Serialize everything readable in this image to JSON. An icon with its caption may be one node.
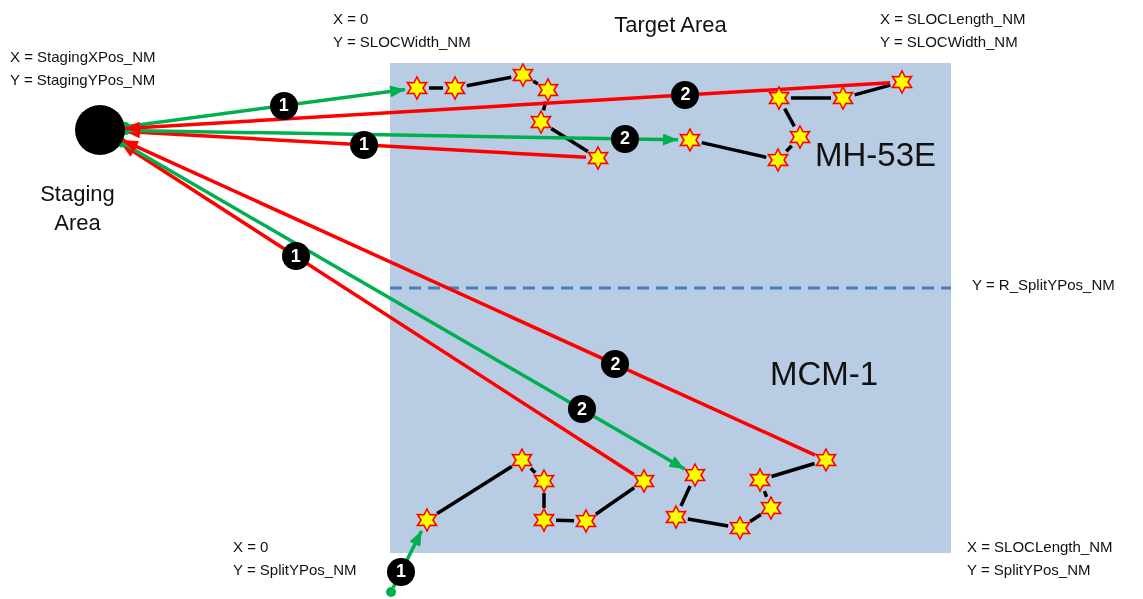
{
  "diagram": {
    "nodes": [
      {
        "text": [
          "Target Area"
        ]
      },
      {
        "text": [],
        "shape": "circle",
        "beside": [
          "Staging Area"
        ]
      },
      {
        "text": [],
        "shape": "star",
        "in": 0
      },
      {
        "text": [],
        "shape": "star",
        "in": 0
      },
      {
        "text": [],
        "shape": "star",
        "in": 0
      },
      {
        "text": [],
        "shape": "star",
        "in": 0
      },
      {
        "text": [],
        "shape": "star",
        "in": 0
      },
      {
        "text": [],
        "shape": "star",
        "in": 0
      },
      {
        "text": [],
        "shape": "star",
        "in": 0
      },
      {
        "text": [],
        "shape": "star",
        "in": 0
      },
      {
        "text": [],
        "shape": "star",
        "in": 0
      },
      {
        "text": [],
        "shape": "star",
        "in": 0
      },
      {
        "text": [],
        "shape": "star",
        "in": 0
      },
      {
        "text": [],
        "shape": "star",
        "in": 0
      },
      {
        "text": [],
        "shape": "star",
        "in": 0
      },
      {
        "text": [],
        "shape": "star",
        "in": 0
      },
      {
        "text": [],
        "shape": "star",
        "in": 0
      },
      {
        "text": [],
        "shape": "star",
        "in": 0
      },
      {
        "text": [],
        "shape": "star",
        "in": 0
      },
      {
        "text": [],
        "shape": "star",
        "in": 0
      },
      {
        "text": [],
        "shape": "star",
        "in": 0
      },
      {
        "text": [],
        "shape": "star",
        "in": 0
      },
      {
        "text": [],
        "shape": "star",
        "in": 0
      },
      {
        "text": [],
        "shape": "star",
        "in": 0
      },
      {
        "text": [],
        "shape": "star",
        "in": 0
      },
      {
        "text": [],
        "shape": "star",
        "in": 0
      },
      {
        "text": [],
        "shape": "circle"
      }
    ],
    "edges": [
      {
        "from": 1,
        "to": 2,
        "arrow": "to",
        "label": "1",
        "color": "#00b050"
      },
      {
        "from": 2,
        "to": 3,
        "arrow": "none"
      },
      {
        "from": 3,
        "to": 4,
        "arrow": "none"
      },
      {
        "from": 4,
        "to": 5,
        "arrow": "none"
      },
      {
        "from": 5,
        "to": 6,
        "arrow": "none"
      },
      {
        "from": 6,
        "to": 7,
        "arrow": "none"
      },
      {
        "from": 7,
        "to": 1,
        "arrow": "to",
        "label": "1",
        "color": "#ff0000"
      },
      {
        "from": 1,
        "to": 8,
        "arrow": "to",
        "label": "2",
        "color": "#00b050"
      },
      {
        "from": 8,
        "to": 9,
        "arrow": "none"
      },
      {
        "from": 9,
        "to": 10,
        "arrow": "none"
      },
      {
        "from": 10,
        "to": 11,
        "arrow": "none"
      },
      {
        "from": 11,
        "to": 12,
        "arrow": "none"
      },
      {
        "from": 12,
        "to": 13,
        "arrow": "none"
      },
      {
        "from": 13,
        "to": 1,
        "arrow": "to",
        "label": "2",
        "color": "#ff0000"
      },
      {
        "from": 26,
        "to": 14,
        "arrow": "to",
        "label": "1",
        "color": "#00b050"
      },
      {
        "from": 14,
        "to": 15,
        "arrow": "none"
      },
      {
        "from": 15,
        "to": 16,
        "arrow": "none"
      },
      {
        "from": 16,
        "to": 17,
        "arrow": "none"
      },
      {
        "from": 17,
        "to": 18,
        "arrow": "none"
      },
      {
        "from": 18,
        "to": 19,
        "arrow": "none"
      },
      {
        "from": 19,
        "to": 1,
        "arrow": "to",
        "label": "1",
        "color": "#ff0000"
      },
      {
        "from": 1,
        "to": 20,
        "arrow": "to",
        "label": "2",
        "color": "#00b050"
      },
      {
        "from": 20,
        "to": 21,
        "arrow": "none"
      },
      {
        "from": 21,
        "to": 22,
        "arrow": "none"
      },
      {
        "from": 22,
        "to": 23,
        "arrow": "none"
      },
      {
        "from": 23,
        "to": 24,
        "arrow": "none"
      },
      {
        "from": 24,
        "to": 25,
        "arrow": "none"
      },
      {
        "from": 25,
        "to": 1,
        "arrow": "to",
        "label": "2",
        "color": "#ff0000"
      }
    ],
    "labels": [
      "X = 0",
      "Y = SLOCWidth_NM",
      "X = SLOCLength_NM",
      "Y = SLOCWidth_NM",
      "X = StagingXPos_NM",
      "Y = StagingYPos_NM",
      "MH-53E",
      "Y = R_SplitYPos_NM",
      "MCM-1",
      "X = 0",
      "Y = SplitYPos_NM",
      "X = SLOCLength_NM",
      "Y = SplitYPos_NM"
    ]
  }
}
